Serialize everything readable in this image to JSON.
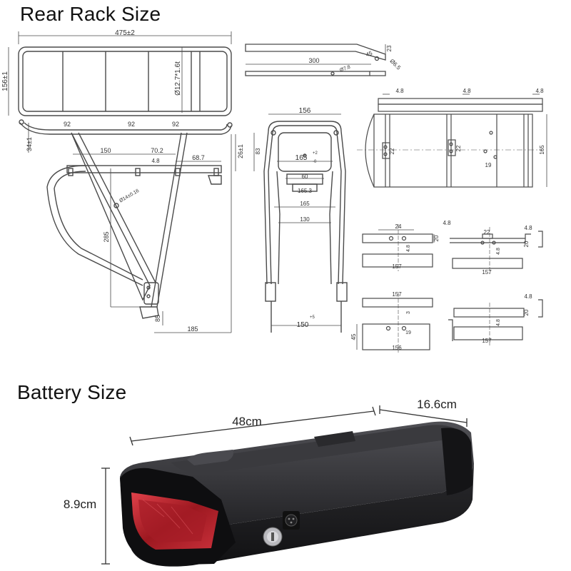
{
  "headings": {
    "rack": "Rear Rack Size",
    "battery": "Battery Size"
  },
  "rack_dims": {
    "length": "475±2",
    "width": "156±1",
    "tube": "Ø12.7*1.6t",
    "side_height": "34±1",
    "seg": "92",
    "d150": "150",
    "d70": "70.2",
    "d48": "4.8",
    "d68": "68.7",
    "d26": "26±1",
    "d285": "285",
    "d85": "85",
    "d185": "185",
    "hole": "Ø14±0.16",
    "front_width": "156",
    "d165": "165",
    "tol2": "+2",
    "tol0": "-0",
    "d83": "83",
    "d60": "60",
    "d165_3": "165.3",
    "d130": "130",
    "d150b": "150",
    "tol5": "+5",
    "d300": "300",
    "d45": "45",
    "d23": "23",
    "d65": "Ø6.5",
    "d78": "Ø7.8",
    "top48": "4.8",
    "d22": "22",
    "d19": "19",
    "d24": "24",
    "d20": "20",
    "d157": "157",
    "d3": "3",
    "d156b": "156"
  },
  "battery_dims": {
    "length": "48cm",
    "width": "16.6cm",
    "height": "8.9cm"
  },
  "colors": {
    "line": "#4a4a4a",
    "battery_body": "#1c1c1e",
    "taillight": "#b3202a"
  }
}
